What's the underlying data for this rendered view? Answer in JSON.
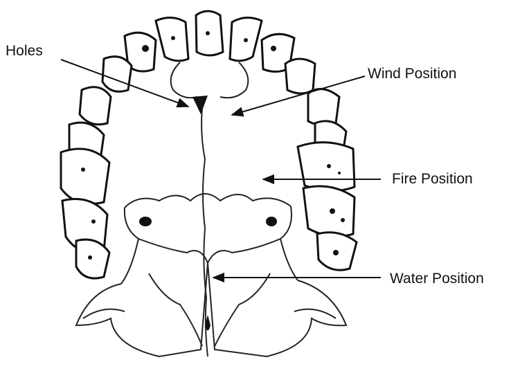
{
  "diagram": {
    "labels": {
      "holes": "Holes",
      "wind": "Wind Position",
      "fire": "Fire Position",
      "water": "Water Position"
    },
    "colors": {
      "ink": "#111111",
      "background": "#ffffff"
    }
  }
}
